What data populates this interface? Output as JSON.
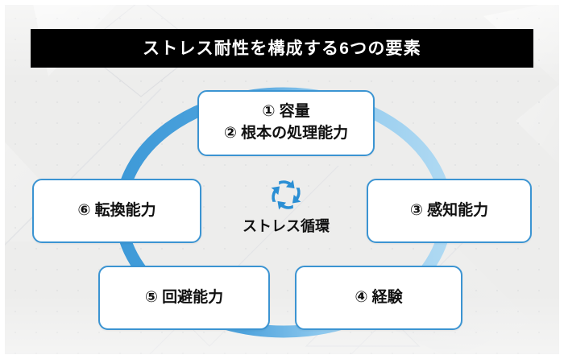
{
  "page": {
    "background_color": "#ededec",
    "frame_color": "#ffffff"
  },
  "header": {
    "title": "ストレス耐性を構成する6つの要素",
    "bar_color": "#000000",
    "text_color": "#ffffff"
  },
  "diagram": {
    "accent_color": "#3B94D2",
    "arc_color_dark": "#3E9AD8",
    "arc_color_light": "#A9D6F1",
    "center": {
      "icon": "recycle-cycle-icon",
      "label": "ストレス循環"
    },
    "nodes": [
      {
        "id": "top",
        "lines": [
          "① 容量",
          "② 根本の処理能力"
        ]
      },
      {
        "id": "right",
        "lines": [
          "③ 感知能力"
        ]
      },
      {
        "id": "bottom-right",
        "lines": [
          "④ 経験"
        ]
      },
      {
        "id": "bottom-left",
        "lines": [
          "⑤ 回避能力"
        ]
      },
      {
        "id": "left",
        "lines": [
          "⑥ 転換能力"
        ]
      }
    ]
  }
}
